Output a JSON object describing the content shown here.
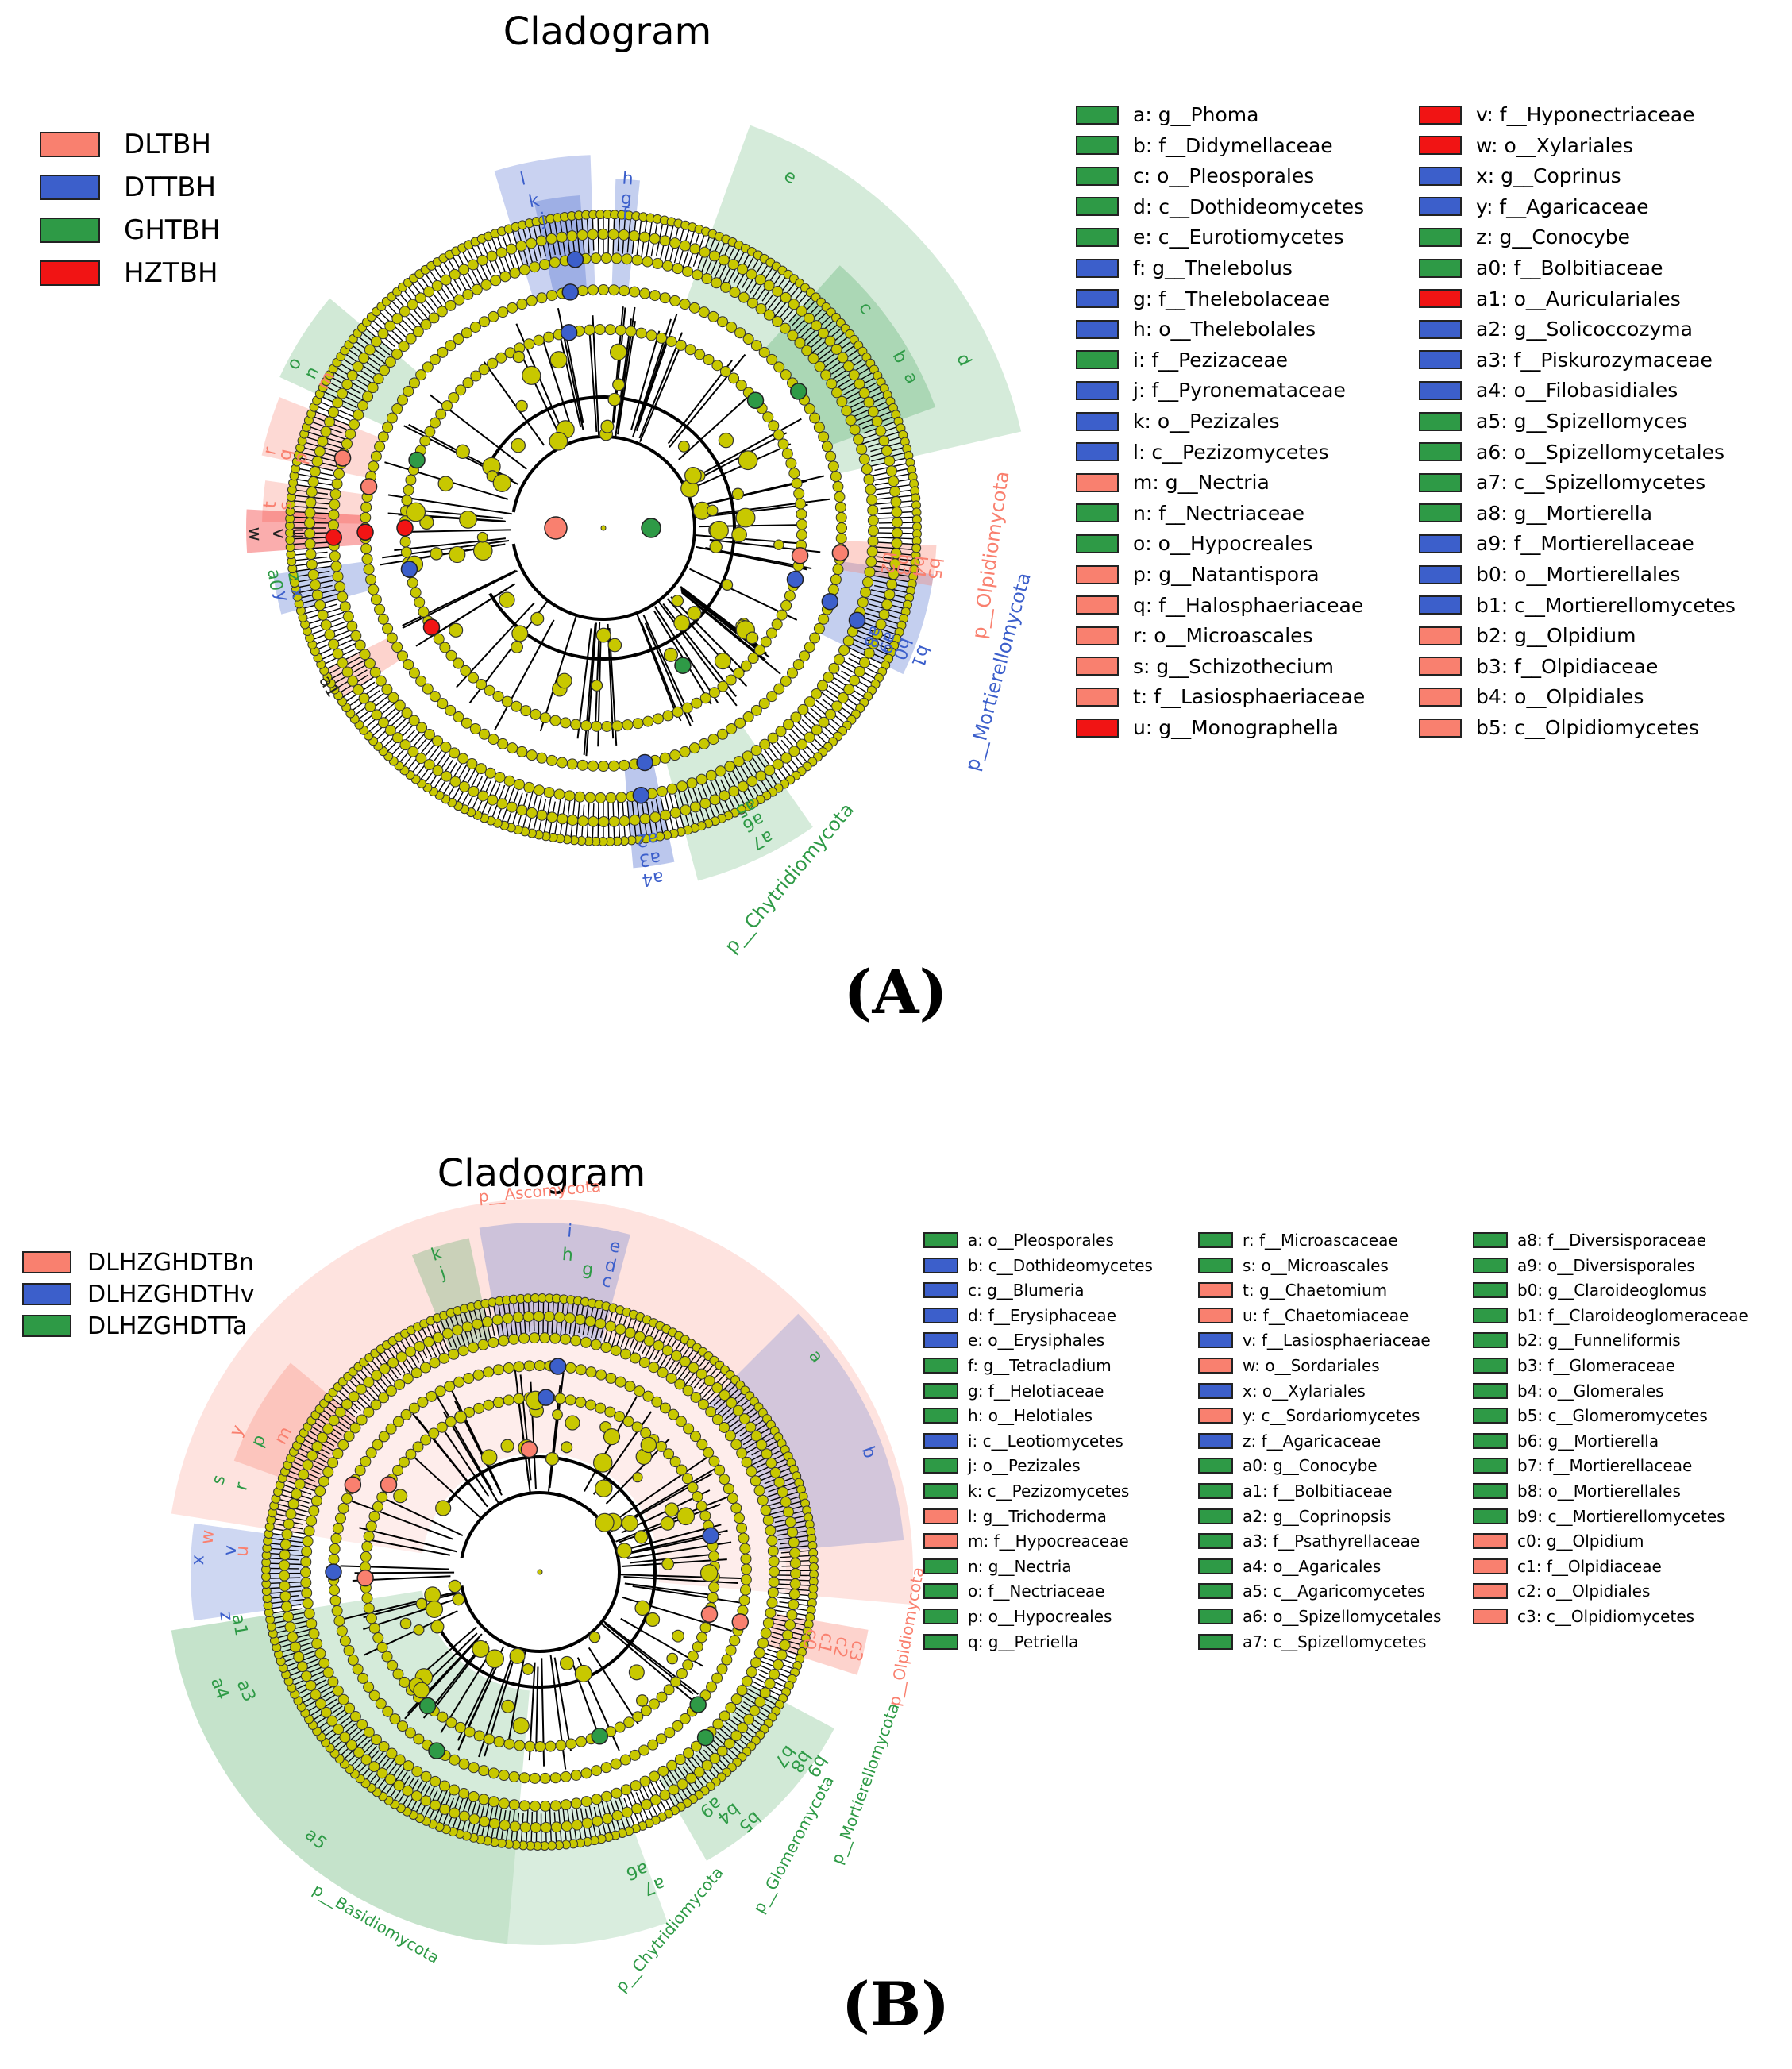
{
  "colors": {
    "DLTBH": "#F9806F",
    "DTTBH": "#3C5FCB",
    "GHTBH": "#2E9A46",
    "HZTBH": "#F11414",
    "node": "#C8C800",
    "edge": "#000000"
  },
  "panel_a": {
    "title": "Cladogram",
    "label": "(A)",
    "groups": [
      {
        "name": "DLTBH",
        "color": "#F9806F"
      },
      {
        "name": "DTTBH",
        "color": "#3C5FCB"
      },
      {
        "name": "GHTBH",
        "color": "#2E9A46"
      },
      {
        "name": "HZTBH",
        "color": "#F11414"
      }
    ],
    "taxa": [
      {
        "key": "a",
        "text": "a: g__Phoma",
        "color": "#2E9A46"
      },
      {
        "key": "b",
        "text": "b: f__Didymellaceae",
        "color": "#2E9A46"
      },
      {
        "key": "c",
        "text": "c: o__Pleosporales",
        "color": "#2E9A46"
      },
      {
        "key": "d",
        "text": "d: c__Dothideomycetes",
        "color": "#2E9A46"
      },
      {
        "key": "e",
        "text": "e: c__Eurotiomycetes",
        "color": "#2E9A46"
      },
      {
        "key": "f",
        "text": "f: g__Thelebolus",
        "color": "#3C5FCB"
      },
      {
        "key": "g",
        "text": "g: f__Thelebolaceae",
        "color": "#3C5FCB"
      },
      {
        "key": "h",
        "text": "h: o__Thelebolales",
        "color": "#3C5FCB"
      },
      {
        "key": "i",
        "text": "i: f__Pezizaceae",
        "color": "#2E9A46"
      },
      {
        "key": "j",
        "text": "j: f__Pyronemataceae",
        "color": "#3C5FCB"
      },
      {
        "key": "k",
        "text": "k: o__Pezizales",
        "color": "#3C5FCB"
      },
      {
        "key": "l",
        "text": "l: c__Pezizomycetes",
        "color": "#3C5FCB"
      },
      {
        "key": "m",
        "text": "m: g__Nectria",
        "color": "#F9806F"
      },
      {
        "key": "n",
        "text": "n: f__Nectriaceae",
        "color": "#2E9A46"
      },
      {
        "key": "o",
        "text": "o: o__Hypocreales",
        "color": "#2E9A46"
      },
      {
        "key": "p",
        "text": "p: g__Natantispora",
        "color": "#F9806F"
      },
      {
        "key": "q",
        "text": "q: f__Halosphaeriaceae",
        "color": "#F9806F"
      },
      {
        "key": "r",
        "text": "r: o__Microascales",
        "color": "#F9806F"
      },
      {
        "key": "s",
        "text": "s: g__Schizothecium",
        "color": "#F9806F"
      },
      {
        "key": "t",
        "text": "t: f__Lasiosphaeriaceae",
        "color": "#F9806F"
      },
      {
        "key": "u",
        "text": "u: g__Monographella",
        "color": "#F11414"
      },
      {
        "key": "v",
        "text": "v: f__Hyponectriaceae",
        "color": "#F11414"
      },
      {
        "key": "w",
        "text": "w: o__Xylariales",
        "color": "#F11414"
      },
      {
        "key": "x",
        "text": "x: g__Coprinus",
        "color": "#3C5FCB"
      },
      {
        "key": "y",
        "text": "y: f__Agaricaceae",
        "color": "#3C5FCB"
      },
      {
        "key": "z",
        "text": "z: g__Conocybe",
        "color": "#2E9A46"
      },
      {
        "key": "a0",
        "text": "a0: f__Bolbitiaceae",
        "color": "#2E9A46"
      },
      {
        "key": "a1",
        "text": "a1: o__Auriculariales",
        "color": "#F11414"
      },
      {
        "key": "a2",
        "text": "a2: g__Solicoccozyma",
        "color": "#3C5FCB"
      },
      {
        "key": "a3",
        "text": "a3: f__Piskurozymaceae",
        "color": "#3C5FCB"
      },
      {
        "key": "a4",
        "text": "a4: o__Filobasidiales",
        "color": "#3C5FCB"
      },
      {
        "key": "a5",
        "text": "a5: g__Spizellomyces",
        "color": "#2E9A46"
      },
      {
        "key": "a6",
        "text": "a6: o__Spizellomycetales",
        "color": "#2E9A46"
      },
      {
        "key": "a7",
        "text": "a7: c__Spizellomycetes",
        "color": "#2E9A46"
      },
      {
        "key": "a8",
        "text": "a8: g__Mortierella",
        "color": "#2E9A46"
      },
      {
        "key": "a9",
        "text": "a9: f__Mortierellaceae",
        "color": "#3C5FCB"
      },
      {
        "key": "b0",
        "text": "b0: o__Mortierellales",
        "color": "#3C5FCB"
      },
      {
        "key": "b1",
        "text": "b1: c__Mortierellomycetes",
        "color": "#3C5FCB"
      },
      {
        "key": "b2",
        "text": "b2: g__Olpidium",
        "color": "#F9806F"
      },
      {
        "key": "b3",
        "text": "b3: f__Olpidiaceae",
        "color": "#F9806F"
      },
      {
        "key": "b4",
        "text": "b4: o__Olpidiales",
        "color": "#F9806F"
      },
      {
        "key": "b5",
        "text": "b5: c__Olpidiomycetes",
        "color": "#F9806F"
      }
    ],
    "clade_labels": [
      {
        "text": "p__Olpidiomycota",
        "color": "#F9806F"
      },
      {
        "text": "p__Mortierellomycota",
        "color": "#3C5FCB"
      },
      {
        "text": "p__Chytridiomycota",
        "color": "#2E9A46"
      }
    ]
  },
  "panel_b": {
    "title": "Cladogram",
    "label": "(B)",
    "groups": [
      {
        "name": "DLHZGHDTBn",
        "color": "#F9806F"
      },
      {
        "name": "DLHZGHDTHv",
        "color": "#3C5FCB"
      },
      {
        "name": "DLHZGHDTTa",
        "color": "#2E9A46"
      }
    ],
    "taxa": [
      {
        "key": "a",
        "text": "a: o__Pleosporales",
        "color": "#2E9A46"
      },
      {
        "key": "b",
        "text": "b: c__Dothideomycetes",
        "color": "#3C5FCB"
      },
      {
        "key": "c",
        "text": "c: g__Blumeria",
        "color": "#3C5FCB"
      },
      {
        "key": "d",
        "text": "d: f__Erysiphaceae",
        "color": "#3C5FCB"
      },
      {
        "key": "e",
        "text": "e: o__Erysiphales",
        "color": "#3C5FCB"
      },
      {
        "key": "f",
        "text": "f: g__Tetracladium",
        "color": "#2E9A46"
      },
      {
        "key": "g",
        "text": "g: f__Helotiaceae",
        "color": "#2E9A46"
      },
      {
        "key": "h",
        "text": "h: o__Helotiales",
        "color": "#2E9A46"
      },
      {
        "key": "i",
        "text": "i: c__Leotiomycetes",
        "color": "#3C5FCB"
      },
      {
        "key": "j",
        "text": "j: o__Pezizales",
        "color": "#2E9A46"
      },
      {
        "key": "k",
        "text": "k: c__Pezizomycetes",
        "color": "#2E9A46"
      },
      {
        "key": "l",
        "text": "l: g__Trichoderma",
        "color": "#F9806F"
      },
      {
        "key": "m",
        "text": "m: f__Hypocreaceae",
        "color": "#F9806F"
      },
      {
        "key": "n",
        "text": "n: g__Nectria",
        "color": "#2E9A46"
      },
      {
        "key": "o",
        "text": "o: f__Nectriaceae",
        "color": "#2E9A46"
      },
      {
        "key": "p",
        "text": "p: o__Hypocreales",
        "color": "#2E9A46"
      },
      {
        "key": "q",
        "text": "q: g__Petriella",
        "color": "#2E9A46"
      },
      {
        "key": "r",
        "text": "r: f__Microascaceae",
        "color": "#2E9A46"
      },
      {
        "key": "s",
        "text": "s: o__Microascales",
        "color": "#2E9A46"
      },
      {
        "key": "t",
        "text": "t: g__Chaetomium",
        "color": "#F9806F"
      },
      {
        "key": "u",
        "text": "u: f__Chaetomiaceae",
        "color": "#F9806F"
      },
      {
        "key": "v",
        "text": "v: f__Lasiosphaeriaceae",
        "color": "#3C5FCB"
      },
      {
        "key": "w",
        "text": "w: o__Sordariales",
        "color": "#F9806F"
      },
      {
        "key": "x",
        "text": "x: o__Xylariales",
        "color": "#3C5FCB"
      },
      {
        "key": "y",
        "text": "y: c__Sordariomycetes",
        "color": "#F9806F"
      },
      {
        "key": "z",
        "text": "z: f__Agaricaceae",
        "color": "#3C5FCB"
      },
      {
        "key": "a0",
        "text": "a0: g__Conocybe",
        "color": "#2E9A46"
      },
      {
        "key": "a1",
        "text": "a1: f__Bolbitiaceae",
        "color": "#2E9A46"
      },
      {
        "key": "a2",
        "text": "a2: g__Coprinopsis",
        "color": "#2E9A46"
      },
      {
        "key": "a3",
        "text": "a3: f__Psathyrellaceae",
        "color": "#2E9A46"
      },
      {
        "key": "a4",
        "text": "a4: o__Agaricales",
        "color": "#2E9A46"
      },
      {
        "key": "a5",
        "text": "a5: c__Agaricomycetes",
        "color": "#2E9A46"
      },
      {
        "key": "a6",
        "text": "a6: o__Spizellomycetales",
        "color": "#2E9A46"
      },
      {
        "key": "a7",
        "text": "a7: c__Spizellomycetes",
        "color": "#2E9A46"
      },
      {
        "key": "a8",
        "text": "a8: f__Diversisporaceae",
        "color": "#2E9A46"
      },
      {
        "key": "a9",
        "text": "a9: o__Diversisporales",
        "color": "#2E9A46"
      },
      {
        "key": "b0",
        "text": "b0: g__Claroideoglomus",
        "color": "#2E9A46"
      },
      {
        "key": "b1",
        "text": "b1: f__Claroideoglomeraceae",
        "color": "#2E9A46"
      },
      {
        "key": "b2",
        "text": "b2: g__Funneliformis",
        "color": "#2E9A46"
      },
      {
        "key": "b3",
        "text": "b3: f__Glomeraceae",
        "color": "#2E9A46"
      },
      {
        "key": "b4",
        "text": "b4: o__Glomerales",
        "color": "#2E9A46"
      },
      {
        "key": "b5",
        "text": "b5: c__Glomeromycetes",
        "color": "#2E9A46"
      },
      {
        "key": "b6",
        "text": "b6: g__Mortierella",
        "color": "#2E9A46"
      },
      {
        "key": "b7",
        "text": "b7: f__Mortierellaceae",
        "color": "#2E9A46"
      },
      {
        "key": "b8",
        "text": "b8: o__Mortierellales",
        "color": "#2E9A46"
      },
      {
        "key": "b9",
        "text": "b9: c__Mortierellomycetes",
        "color": "#2E9A46"
      },
      {
        "key": "c0",
        "text": "c0: g__Olpidium",
        "color": "#F9806F"
      },
      {
        "key": "c1",
        "text": "c1: f__Olpidiaceae",
        "color": "#F9806F"
      },
      {
        "key": "c2",
        "text": "c2: o__Olpidiales",
        "color": "#F9806F"
      },
      {
        "key": "c3",
        "text": "c3: c__Olpidiomycetes",
        "color": "#F9806F"
      }
    ],
    "clade_labels": [
      {
        "text": "p__Ascomycota",
        "color": "#F9806F"
      },
      {
        "text": "p__Olpidiomycota",
        "color": "#F9806F"
      },
      {
        "text": "p__Mortierellomycota",
        "color": "#2E9A46"
      },
      {
        "text": "p__Glomeromycota",
        "color": "#2E9A46"
      },
      {
        "text": "p__Chytridiomycota",
        "color": "#2E9A46"
      },
      {
        "text": "p__Basidiomycota",
        "color": "#2E9A46"
      }
    ]
  }
}
